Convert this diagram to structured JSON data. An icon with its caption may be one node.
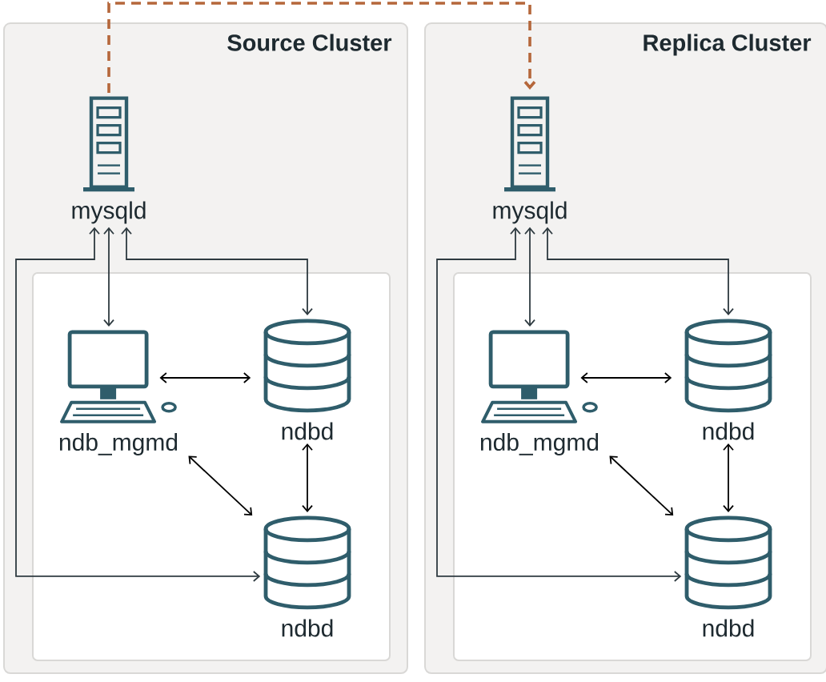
{
  "diagram": {
    "nodes": [
      {
        "text": [
          "Source Cluster"
        ]
      },
      {
        "text": [],
        "shape": "box",
        "in": 0
      },
      {
        "text": [
          "mysqld"
        ],
        "in": 0
      },
      {
        "text": [
          "ndb_mgmd"
        ],
        "in": 1
      },
      {
        "text": [
          "ndbd"
        ],
        "in": 1
      },
      {
        "text": [
          "ndbd"
        ],
        "in": 1
      },
      {
        "text": [
          "Replica Cluster"
        ]
      },
      {
        "text": [],
        "shape": "box",
        "in": 6
      },
      {
        "text": [
          "mysqld"
        ],
        "in": 6
      },
      {
        "text": [
          "ndb_mgmd"
        ],
        "in": 7
      },
      {
        "text": [
          "ndbd"
        ],
        "in": 7
      },
      {
        "text": [
          "ndbd"
        ],
        "in": 7
      }
    ],
    "edges": [
      {
        "from": 2,
        "to": 3,
        "arrow": "both"
      },
      {
        "from": 2,
        "to": 4,
        "arrow": "both"
      },
      {
        "from": 2,
        "to": 5,
        "arrow": "both"
      },
      {
        "from": 3,
        "to": 4,
        "arrow": "both"
      },
      {
        "from": 4,
        "to": 5,
        "arrow": "both"
      },
      {
        "from": 3,
        "to": 5,
        "arrow": "both"
      },
      {
        "from": 8,
        "to": 9,
        "arrow": "both"
      },
      {
        "from": 8,
        "to": 10,
        "arrow": "both"
      },
      {
        "from": 8,
        "to": 11,
        "arrow": "both"
      },
      {
        "from": 9,
        "to": 10,
        "arrow": "both"
      },
      {
        "from": 10,
        "to": 11,
        "arrow": "both"
      },
      {
        "from": 9,
        "to": 11,
        "arrow": "both"
      },
      {
        "from": 2,
        "to": 8,
        "arrow": "to",
        "style": "dashed",
        "color": "#b5673b"
      }
    ]
  }
}
